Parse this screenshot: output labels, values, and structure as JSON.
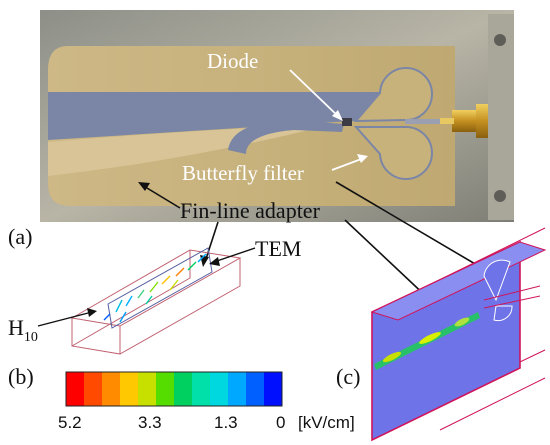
{
  "figure": {
    "labels": {
      "diode": "Diode",
      "butterfly_filter": "Butterfly filter",
      "fin_line_adapter": "Fin-line adapter",
      "tem": "TEM",
      "h10_main": "H",
      "h10_sub": "10",
      "panel_a": "(a)",
      "panel_b": "(b)",
      "panel_c": "(c)"
    },
    "colorbar": {
      "ticks": [
        "5.2",
        "3.3",
        "1.3",
        "0"
      ],
      "unit": "[kV/cm]",
      "colors": [
        "#ff0000",
        "#ff4a00",
        "#ff8c00",
        "#ffc800",
        "#c8e000",
        "#55dd00",
        "#00d060",
        "#00e0a8",
        "#00d8e0",
        "#00a8ff",
        "#0060ff",
        "#0010ff"
      ]
    },
    "colors": {
      "substrate": "#c9b580",
      "metal_blue": "#7b86a6",
      "panel_c_face": "#6f73e8",
      "panel_c_edge": "#d0145a"
    }
  }
}
